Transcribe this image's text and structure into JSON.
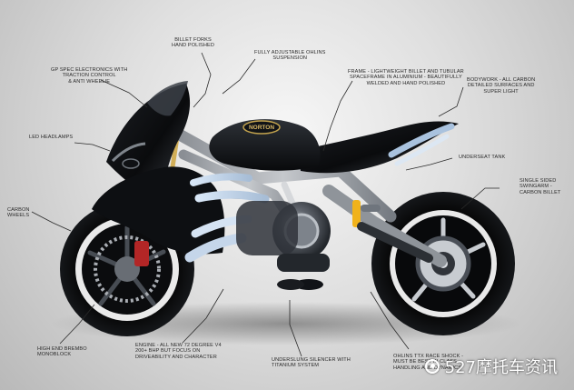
{
  "labels": {
    "billet_forks": "BILLET FORKS\nHAND POLISHED",
    "gp_electronics": "GP SPEC ELECTRONICS WITH\nTRACTION CONTROL\n& ANTI WHEELIE",
    "ohlins_suspension": "FULLY ADJUSTABLE OHLINS\nSUSPENSION",
    "frame": "FRAME - LIGHTWEIGHT BILLET AND TUBULAR\nSPACEFRAME IN ALUMINIUM - BEAUTIFULLY\nWELDED AND HAND POLISHED",
    "bodywork": "BODYWORK - ALL CARBON\nDETAILED SURFACES AND\nSUPER LIGHT",
    "led_headlamps": "LED HEADLAMPS",
    "underseat_tank": "UNDERSEAT TANK",
    "swingarm": "SINGLE SIDED\nSWINGARM -\nCARBON BILLET",
    "carbon_wheels": "CARBON\nWHEELS",
    "brakes": "HIGH END BREMBO\nMONOBLOCK",
    "engine": "ENGINE - ALL NEW 72 DEGREE V4\n200+ BHP BUT FOCUS ON\nDRIVEABILITY AND CHARACTER",
    "silencer": "UNDERSLUNG SILENCER WITH\nTITANIUM SYSTEM",
    "rear_shock": "OHLINS TTX RACE SHOCK -\nMUST BE BEST IN CLASS\nHANDLING AND DYNAMICS"
  },
  "brand_text": "NORTON",
  "watermark": "527摩托车资讯"
}
